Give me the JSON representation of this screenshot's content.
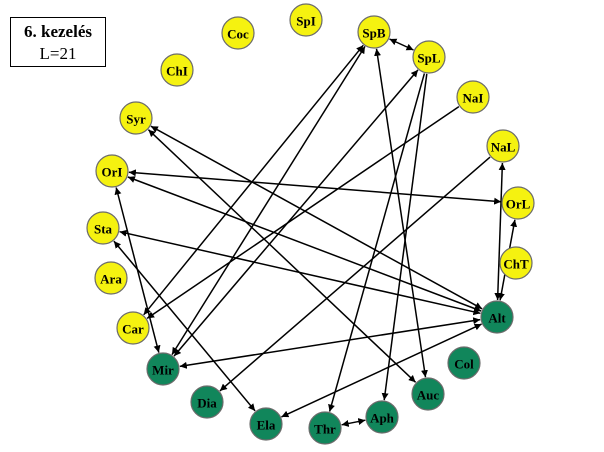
{
  "title": {
    "line1": "6. kezelés",
    "line2": "L=21"
  },
  "colors": {
    "yellow": "#f5f210",
    "green": "#11865b",
    "stroke": "#6b6b6b",
    "edge": "#000000"
  },
  "nodes": [
    {
      "id": "SpI",
      "label": "SpI",
      "group": "yellow"
    },
    {
      "id": "SpB",
      "label": "SpB",
      "group": "yellow"
    },
    {
      "id": "SpL",
      "label": "SpL",
      "group": "yellow"
    },
    {
      "id": "Coc",
      "label": "Coc",
      "group": "yellow"
    },
    {
      "id": "ChI",
      "label": "ChI",
      "group": "yellow"
    },
    {
      "id": "NaI",
      "label": "NaI",
      "group": "yellow"
    },
    {
      "id": "Syr",
      "label": "Syr",
      "group": "yellow"
    },
    {
      "id": "NaL",
      "label": "NaL",
      "group": "yellow"
    },
    {
      "id": "OrI",
      "label": "OrI",
      "group": "yellow"
    },
    {
      "id": "OrL",
      "label": "OrL",
      "group": "yellow"
    },
    {
      "id": "Sta",
      "label": "Sta",
      "group": "yellow"
    },
    {
      "id": "ChT",
      "label": "ChT",
      "group": "yellow"
    },
    {
      "id": "Ara",
      "label": "Ara",
      "group": "yellow"
    },
    {
      "id": "Alt",
      "label": "Alt",
      "group": "green"
    },
    {
      "id": "Car",
      "label": "Car",
      "group": "yellow"
    },
    {
      "id": "Col",
      "label": "Col",
      "group": "green"
    },
    {
      "id": "Mir",
      "label": "Mir",
      "group": "green"
    },
    {
      "id": "Dia",
      "label": "Dia",
      "group": "green"
    },
    {
      "id": "Auc",
      "label": "Auc",
      "group": "green"
    },
    {
      "id": "Ela",
      "label": "Ela",
      "group": "green"
    },
    {
      "id": "Aph",
      "label": "Aph",
      "group": "green"
    },
    {
      "id": "Thr",
      "label": "Thr",
      "group": "green"
    }
  ],
  "edges": [
    {
      "from": "SpB",
      "to": "SpL",
      "bidirectional": true
    },
    {
      "from": "SpB",
      "to": "Car",
      "bidirectional": true
    },
    {
      "from": "SpB",
      "to": "Mir",
      "bidirectional": true
    },
    {
      "from": "SpB",
      "to": "Auc",
      "bidirectional": true
    },
    {
      "from": "SpL",
      "to": "Mir",
      "bidirectional": true
    },
    {
      "from": "SpL",
      "to": "Thr",
      "bidirectional": false
    },
    {
      "from": "SpL",
      "to": "Aph",
      "bidirectional": false
    },
    {
      "from": "NaI",
      "to": "Car",
      "bidirectional": false
    },
    {
      "from": "NaL",
      "to": "Dia",
      "bidirectional": false
    },
    {
      "from": "NaL",
      "to": "Alt",
      "bidirectional": true
    },
    {
      "from": "OrL",
      "to": "Alt",
      "bidirectional": true
    },
    {
      "from": "OrI",
      "to": "OrL",
      "bidirectional": true
    },
    {
      "from": "OrI",
      "to": "Alt",
      "bidirectional": true
    },
    {
      "from": "OrI",
      "to": "Mir",
      "bidirectional": true
    },
    {
      "from": "Syr",
      "to": "Alt",
      "bidirectional": true
    },
    {
      "from": "Sta",
      "to": "Alt",
      "bidirectional": true
    },
    {
      "from": "Sta",
      "to": "Ela",
      "bidirectional": true
    },
    {
      "from": "Alt",
      "to": "Mir",
      "bidirectional": true
    },
    {
      "from": "Alt",
      "to": "Ela",
      "bidirectional": true
    },
    {
      "from": "Aph",
      "to": "Thr",
      "bidirectional": true
    },
    {
      "from": "Syr",
      "to": "Auc",
      "bidirectional": true
    }
  ]
}
